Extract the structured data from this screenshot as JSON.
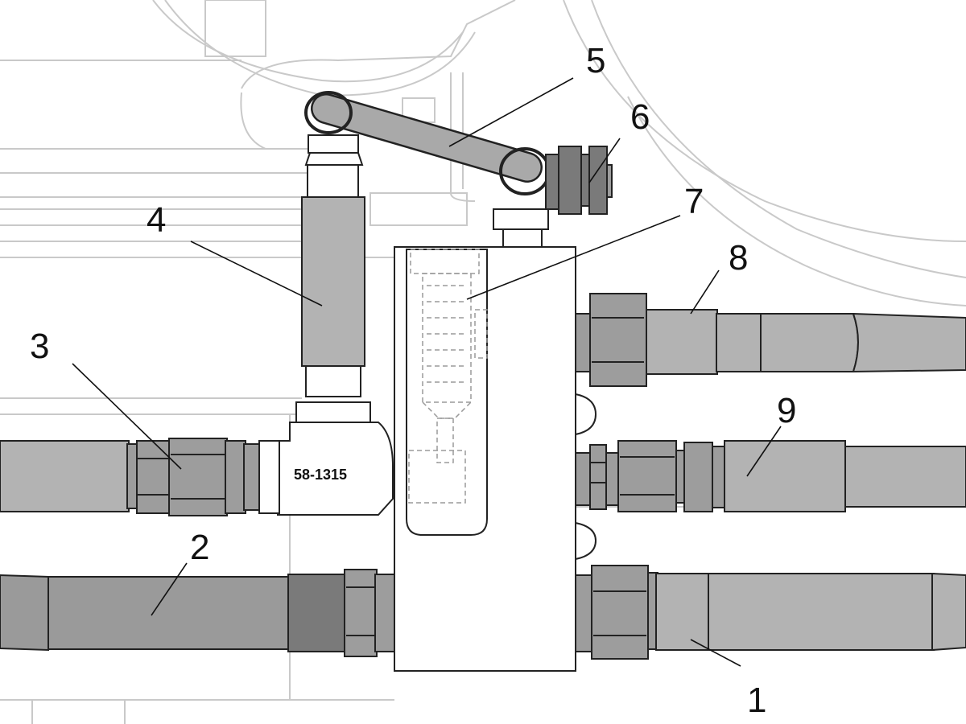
{
  "figure": {
    "part_marking": "58-1315",
    "callouts": [
      "1",
      "2",
      "3",
      "4",
      "5",
      "6",
      "7",
      "8",
      "9"
    ]
  }
}
